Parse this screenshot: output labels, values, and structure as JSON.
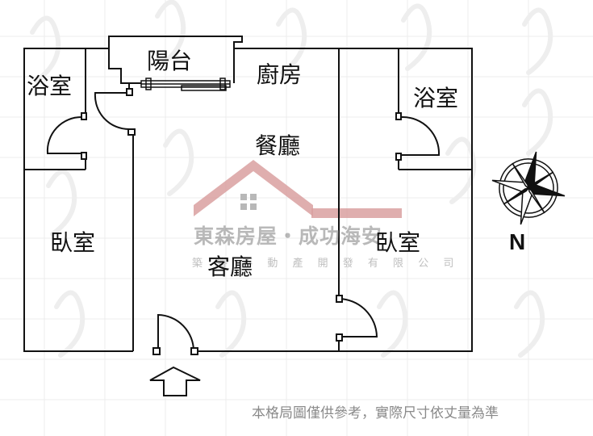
{
  "rooms": {
    "balcony": "陽台",
    "bath_left": "浴室",
    "bath_right": "浴室",
    "kitchen": "廚房",
    "dining": "餐廳",
    "living": "客廳",
    "bedroom_left": "臥室",
    "bedroom_right": "臥室"
  },
  "watermark": {
    "company": "東森房屋・成功海安",
    "subtitle": "築 睿 不 動 產 開 發 有 限 公 司"
  },
  "compass": {
    "label": "N",
    "icon": "compass-rose-icon"
  },
  "entrance": {
    "icon": "up-arrow-icon"
  },
  "disclaimer": "本格局圖僅供參考，實際尺寸依丈量為準",
  "colors": {
    "wall": "#111111",
    "watermark_roof": "#d9a0a0",
    "watermark_text": "#8c8c8c",
    "background_pattern": "#ececec",
    "disclaimer": "#8a8a8a"
  }
}
